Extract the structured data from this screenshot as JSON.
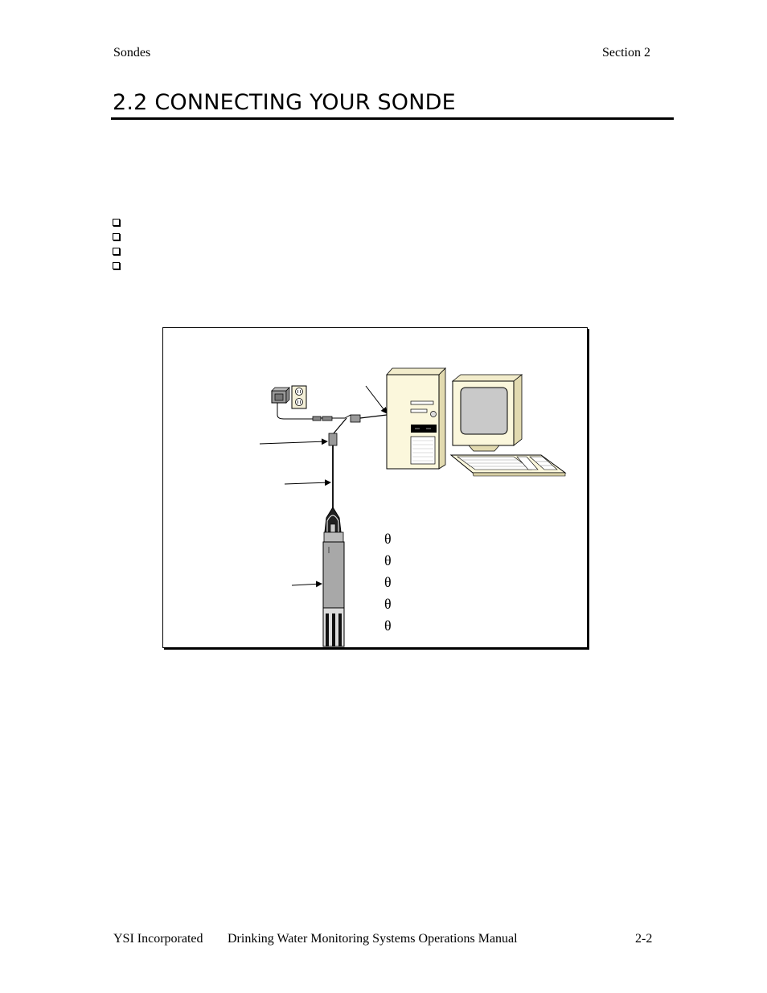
{
  "header": {
    "left": "Sondes",
    "right": "Section 2"
  },
  "title": "2.2  CONNECTING YOUR SONDE",
  "checklist_items": 4,
  "figure": {
    "bullet_glyph": "θ",
    "bullet_count": 5
  },
  "footer": {
    "company": "YSI Incorporated",
    "manual": "Drinking Water Monitoring Systems Operations Manual",
    "page": "2-2"
  }
}
